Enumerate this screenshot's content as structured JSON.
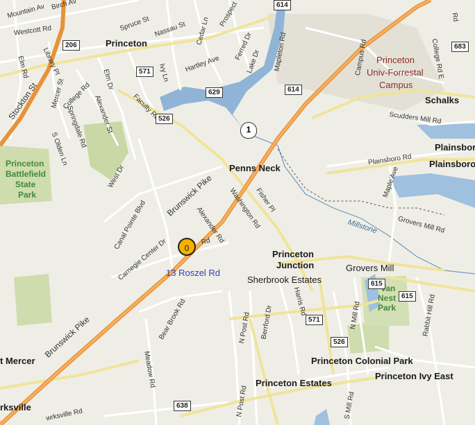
{
  "marker": {
    "label": "0",
    "address": "13 Roszel Rd"
  },
  "places": {
    "princeton": "Princeton",
    "penns_neck": "Penns Neck",
    "princeton_junction_1": "Princeton",
    "princeton_junction_2": "Junction",
    "grovers_mill": "Grovers Mill",
    "sherbrook_estates": "Sherbrook Estates",
    "schalks": "Schalks",
    "plainsboro_1": "Plainsboro",
    "plainsboro_2": "Plainsboro",
    "princeton_colonial_park": "Princeton Colonial Park",
    "princeton_estates": "Princeton Estates",
    "princeton_ivy_east": "Princeton Ivy East",
    "west_windsor_mercer": "t Mercer",
    "lawrenceville": "rksville"
  },
  "parks": {
    "battlefield_1": "Princeton",
    "battlefield_2": "Battlefield",
    "battlefield_3": "State",
    "battlefield_4": "Park",
    "van_nest_1": "Van",
    "van_nest_2": "Nest",
    "van_nest_3": "Park"
  },
  "campus": {
    "line1": "Princeton",
    "line2": "Univ-Forrestal",
    "line3": "Campus"
  },
  "water": {
    "millstone": "Millstone"
  },
  "shields": {
    "r206": "206",
    "r571a": "571",
    "r629": "629",
    "r614a": "614",
    "r614b": "614",
    "r526a": "526",
    "r1": "1",
    "r683": "683",
    "r615a": "615",
    "r615b": "615",
    "r571b": "571",
    "r526b": "526",
    "r638": "638"
  },
  "roads": {
    "mountain_av": "Mountain Av",
    "birch": "Birch Av",
    "westcott": "Westcott Rd",
    "library": "Library Pl",
    "elm": "Elm Rd",
    "stockton": "Stockton St",
    "mercer": "Mercer St",
    "college": "College Rd",
    "springdale": "Springdale Rd",
    "olden": "S Olden Ln",
    "alexander_st": "Alexander St",
    "elm_dr": "Elm Dr",
    "ivy": "Ivy Ln",
    "faculty": "Faculty Rd",
    "spruce": "Spruce St",
    "nassau": "Nassau St",
    "cedar": "Cedar Ln",
    "hartley": "Hartley Ave",
    "prospect": "Prospect",
    "ferrero": "Ferred Dr",
    "lake": "Lake Dr",
    "mapleton": "Mapleton Rd",
    "campus_rd": "Campus Rd",
    "college_e": "College Rd E",
    "scudders": "Scudders Mill Rd",
    "plainsboro_rd": "Plainsboro Rd",
    "maple": "Maple Ave",
    "grovers_mill_rd": "Grovers Mill Rd",
    "west_dr": "West Dr",
    "canal_pointe": "Canal Pointe Blvd",
    "brunswick1": "Brunswick Pike",
    "brunswick2": "Brunswick Pike",
    "washington": "Washington Rd",
    "fisher": "Fisher Pl",
    "alexander_rd": "Alexander Rd",
    "roszel": "Rd",
    "carnegie": "Carnegie Center Dr",
    "bear_brook": "Bear Brook Rd",
    "meadow": "Meadow Rd",
    "n_post": "N Post Rd",
    "n_post2": "N Post Rd",
    "berrford": "Berrford Dr",
    "harris": "Harris Rd",
    "n_mill": "N Mill Rd",
    "rabbit_hill": "Rabbit Hill Rd",
    "lawrenceville_rd": "wrksville Rd",
    "s_mill": "S Mill Rd",
    "route_rd": "Rd"
  }
}
